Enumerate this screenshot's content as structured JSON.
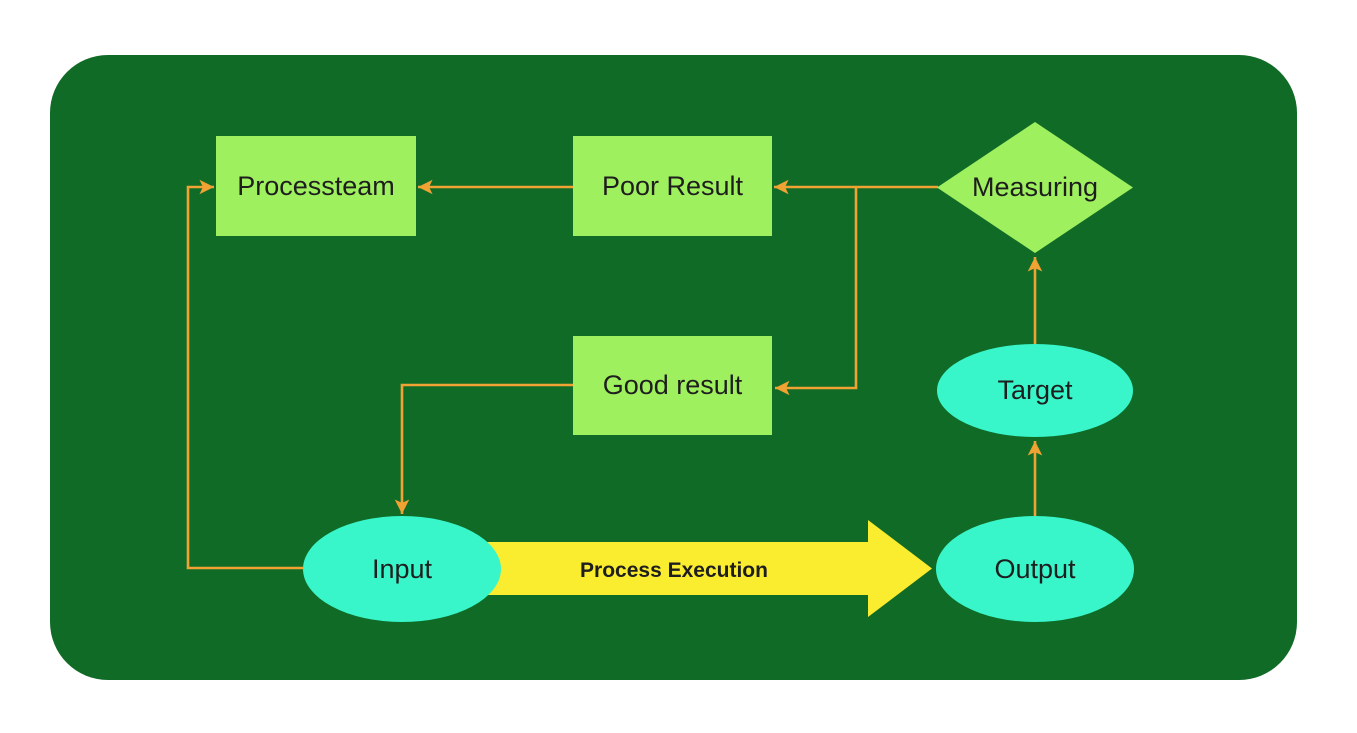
{
  "diagram": {
    "nodes": {
      "processteam": {
        "label": "Processteam",
        "shape": "rectangle"
      },
      "poor_result": {
        "label": "Poor Result",
        "shape": "rectangle"
      },
      "good_result": {
        "label": "Good result",
        "shape": "rectangle"
      },
      "measuring": {
        "label": "Measuring",
        "shape": "diamond"
      },
      "target": {
        "label": "Target",
        "shape": "ellipse"
      },
      "input": {
        "label": "Input",
        "shape": "ellipse"
      },
      "output": {
        "label": "Output",
        "shape": "ellipse"
      }
    },
    "process_arrow": {
      "label": "Process Execution"
    },
    "edges": [
      {
        "from": "Measuring",
        "to": "Poor Result"
      },
      {
        "from": "Measuring",
        "to": "Good result"
      },
      {
        "from": "Poor Result",
        "to": "Processteam"
      },
      {
        "from": "Input",
        "to": "Processteam"
      },
      {
        "from": "Good result",
        "to": "Input"
      },
      {
        "from": "Input",
        "to": "Output",
        "label": "Process Execution",
        "style": "block-arrow"
      },
      {
        "from": "Output",
        "to": "Target"
      },
      {
        "from": "Target",
        "to": "Measuring"
      }
    ]
  },
  "colors": {
    "page_bg": "#ffffff",
    "panel_green": "#106B27",
    "node_green": "#9FF05F",
    "node_cyan": "#38F6C9",
    "connector_orange": "#F0A233",
    "arrow_yellow": "#FAEC2E",
    "label_text": "#1E1E1E"
  }
}
